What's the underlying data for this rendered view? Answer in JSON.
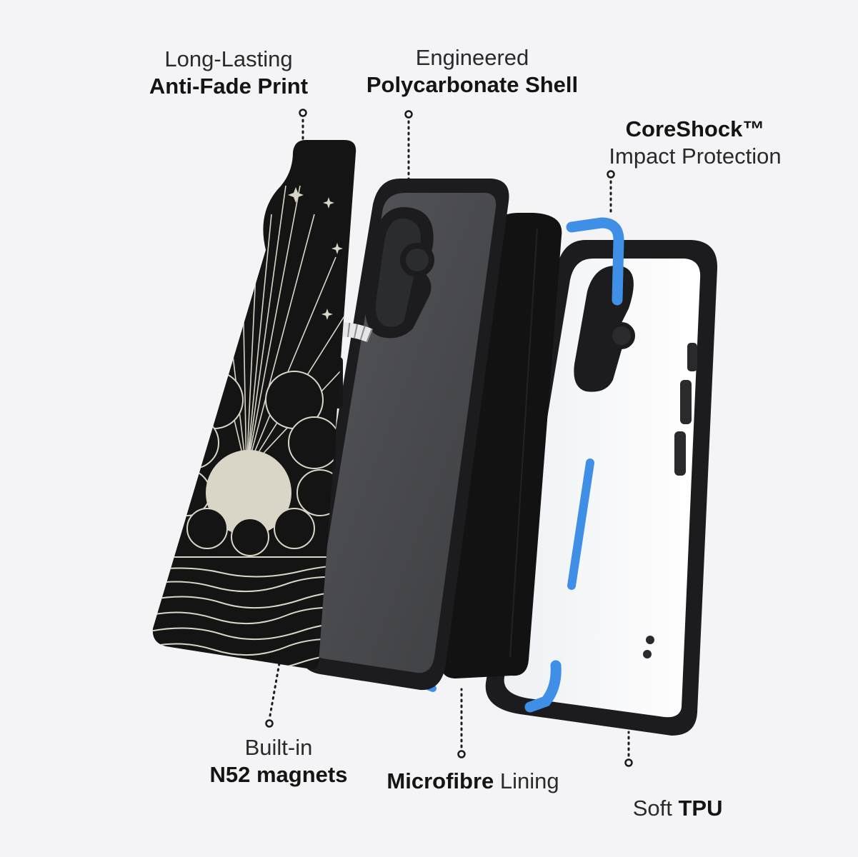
{
  "labels": {
    "print": {
      "line1": "Long-Lasting",
      "line2": "Anti-Fade Print"
    },
    "shell": {
      "line1": "Engineered",
      "line2": "Polycarbonate Shell"
    },
    "coreshock": {
      "line1": "CoreShock™",
      "line2": "Impact Protection"
    },
    "magnets": {
      "line1": "Built-in",
      "line2": "N52 magnets"
    },
    "lining": {
      "bold": "Microfibre",
      "regular": " Lining"
    },
    "tpu": {
      "regular": "Soft ",
      "bold": "TPU"
    }
  },
  "colors": {
    "background": "#f4f4f6",
    "case_black": "#1c1c1e",
    "shell_grey": "#4a4b4f",
    "accent_blue": "#3f8fe6",
    "print_cream": "#d9d6c8"
  }
}
